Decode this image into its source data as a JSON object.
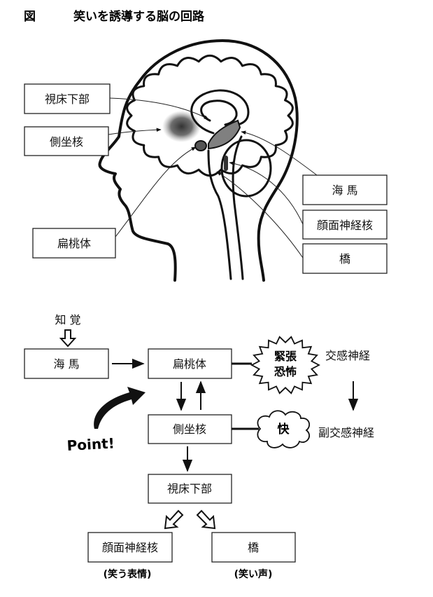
{
  "title": {
    "figure_label": "図",
    "text": "笑いを誘導する脳の回路"
  },
  "head_labels": {
    "hypothalamus": "視床下部",
    "nucleus_accumbens": "側坐核",
    "amygdala": "扁桃体",
    "hippocampus": "海 馬",
    "facial_nucleus": "顔面神経核",
    "pons": "橋"
  },
  "flow": {
    "perception": "知 覚",
    "hippocampus": "海 馬",
    "amygdala": "扁桃体",
    "tension_line1": "緊張",
    "tension_line2": "恐怖",
    "sympathetic": "交感神経",
    "nucleus_accumbens": "側坐核",
    "pleasure": "快",
    "parasympathetic": "副交感神経",
    "point": "Point!",
    "hypothalamus": "視床下部",
    "facial_nucleus": "顔面神経核",
    "pons": "橋",
    "facial_caption": "(笑う表情)",
    "pons_caption": "(笑い声)"
  },
  "colors": {
    "gray_structure": "#808080",
    "dark_structure": "#555555"
  }
}
